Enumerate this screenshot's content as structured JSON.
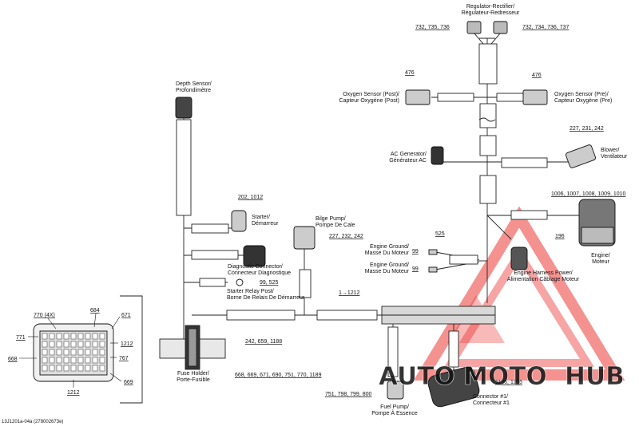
{
  "labels": {
    "regulator": [
      "Regulator-Rectifier/",
      "Régulateur-Redresseur"
    ],
    "o2_post": [
      "Oxygen Sensor (Post)/",
      "Capteur Oxygène (Post)"
    ],
    "o2_pre": [
      "Oxygen Sensor (Pre)/",
      "Capteur Oxygène (Pre)"
    ],
    "blower": [
      "Blower/",
      "Ventilateur"
    ],
    "ac_gen": [
      "AC Generator/",
      "Générateur AC"
    ],
    "depth": [
      "Depth Sensor/",
      "Profondimètre"
    ],
    "starter": [
      "Starter/",
      "Démarreur"
    ],
    "bilge": [
      "Bilge Pump/",
      "Pompe De Cale"
    ],
    "diag": [
      "Diagnostic Connector/",
      "Connecteur Diagnostique"
    ],
    "relay": [
      "Starter Relay Post/",
      "Borne De Relais De Démarreur"
    ],
    "ground1": [
      "Engine Ground/",
      "Masse Du Moteur"
    ],
    "ground2": [
      "Engine Ground/",
      "Masse Du Moteur"
    ],
    "engine": [
      "Engine/",
      "Moteur"
    ],
    "eng_harness": [
      "Engine Harness Power/",
      "Alimentation Câblage Moteur"
    ],
    "fuse": [
      "Fuse Holder/",
      "Porte-Fusible"
    ],
    "fuel": [
      "Fuel Pump/",
      "Pompe À Essence"
    ],
    "connector1": [
      "Connector #1/",
      "Connecteur #1"
    ]
  },
  "refs": {
    "reg_left": "732, 735, 736",
    "reg_right": "732, 734, 736, 737",
    "o2_post": "476",
    "o2_pre": "476",
    "blower": "227, 231, 242",
    "engine_top": "1006, 1007, 1008, 1009, 1010",
    "engine_side": "196",
    "starter": "202, 1012",
    "bilge": "227, 232, 242",
    "g1_top": "525",
    "g1_side": "99",
    "g2_side": "99",
    "relay": "99, 525",
    "arrow": "1→1212",
    "fuse_r1": "242, 659, 1188",
    "fuse_r2": "668, 669, 671, 690, 751, 770, 1189",
    "fuel": "751, 798, 799, 800",
    "conn1": "1135, 1155",
    "d770": "770 (4X)",
    "d684": "684",
    "d671": "671",
    "d771": "771",
    "d1212a": "1212",
    "d767": "767",
    "d668": "668",
    "d669": "669",
    "d1212b": "1212"
  },
  "footer": "13J1201a-04a (278002673e)",
  "watermark": {
    "part1": "AUTO",
    "part2": "MOTO",
    "part3": "HUB",
    "color_red": "#e8221f",
    "color_gold": "#e0b23a",
    "color_gray": "#8d8d8d"
  }
}
